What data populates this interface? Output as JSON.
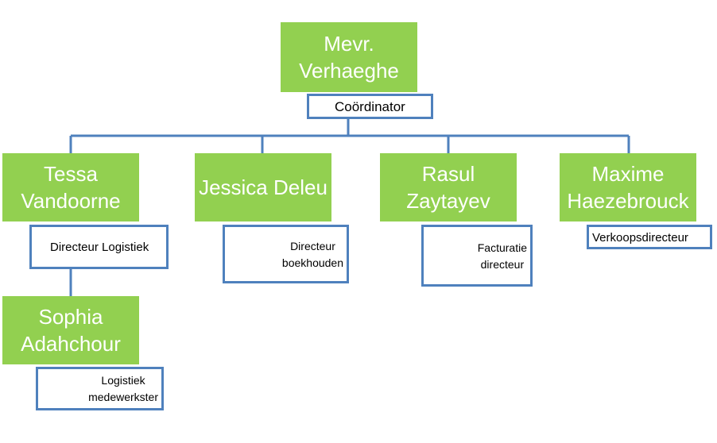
{
  "colors": {
    "node_fill": "#92d050",
    "node_text": "#ffffff",
    "role_border": "#4f81bd",
    "connector": "#4f81bd"
  },
  "nodes": {
    "root": {
      "name": "Mevr.\nVerhaeghe",
      "role": "Coördinator"
    },
    "tessa": {
      "name": "Tessa\nVandoorne",
      "role": "Directeur Logistiek"
    },
    "jessica": {
      "name": "Jessica Deleu",
      "role": "Directeur\nboekhouden"
    },
    "rasul": {
      "name": "Rasul\nZaytayev",
      "role": "Facturatie\ndirecteur"
    },
    "maxime": {
      "name": "Maxime\nHaezebrouck",
      "role": "Verkoopsdirecteur"
    },
    "sophia": {
      "name": "Sophia\nAdahchour",
      "role": "Logistiek\nmedewerkster"
    }
  }
}
